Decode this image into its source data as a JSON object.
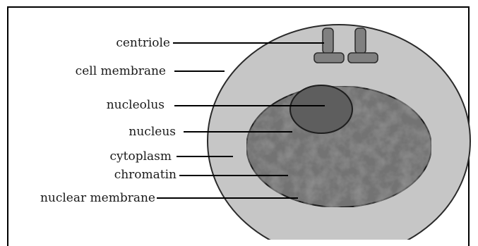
{
  "labels": {
    "centriole": "centriole",
    "cell_membrane": "cell membrane",
    "nucleolus": "nucleolus",
    "nucleus": "nucleus",
    "cytoplasm": "cytoplasm",
    "chromatin": "chromatin",
    "nuclear_membrane": "nuclear membrane"
  },
  "colors": {
    "cytoplasm": "#c6c6c6",
    "nucleus": "#6f6f6f",
    "nucleolus": "#5f5f5f",
    "centriole": "#808080",
    "outline": "#2a2a2a"
  }
}
